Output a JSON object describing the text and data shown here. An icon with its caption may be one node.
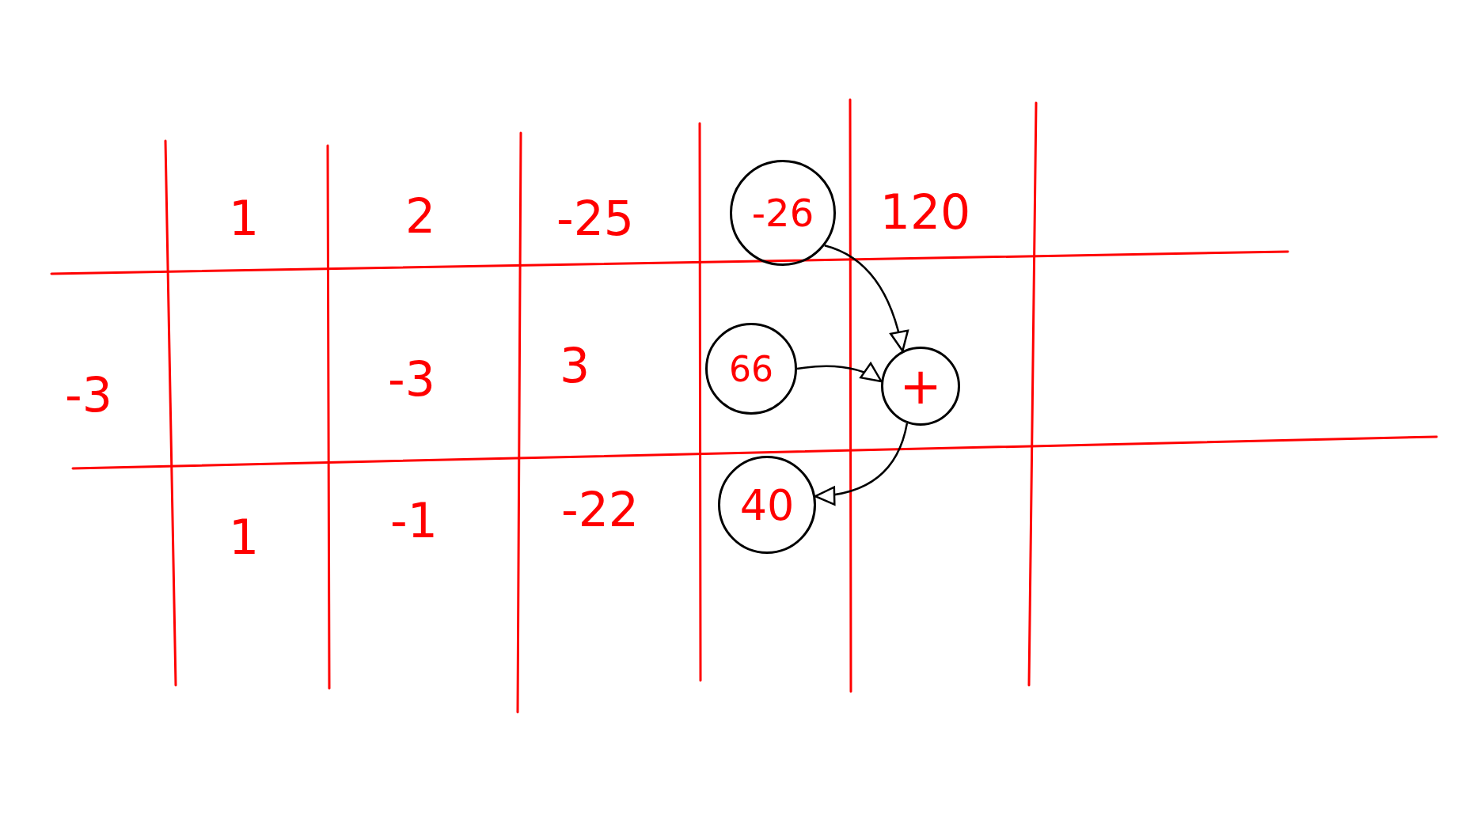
{
  "diagram": {
    "nodes": [
      {
        "text": [
          "-26"
        ]
      },
      {
        "text": [
          "66"
        ]
      },
      {
        "text": [
          "+"
        ]
      },
      {
        "text": [
          "40"
        ]
      }
    ],
    "edges": [
      {
        "from": 0,
        "to": 2,
        "arrow": "to"
      },
      {
        "from": 1,
        "to": 2,
        "arrow": "to"
      },
      {
        "from": 2,
        "to": 3,
        "arrow": "to"
      }
    ],
    "labels": [
      "1",
      "2",
      "-25",
      "120",
      "-3",
      "-3",
      "3",
      "1",
      "-1",
      "-22"
    ]
  }
}
